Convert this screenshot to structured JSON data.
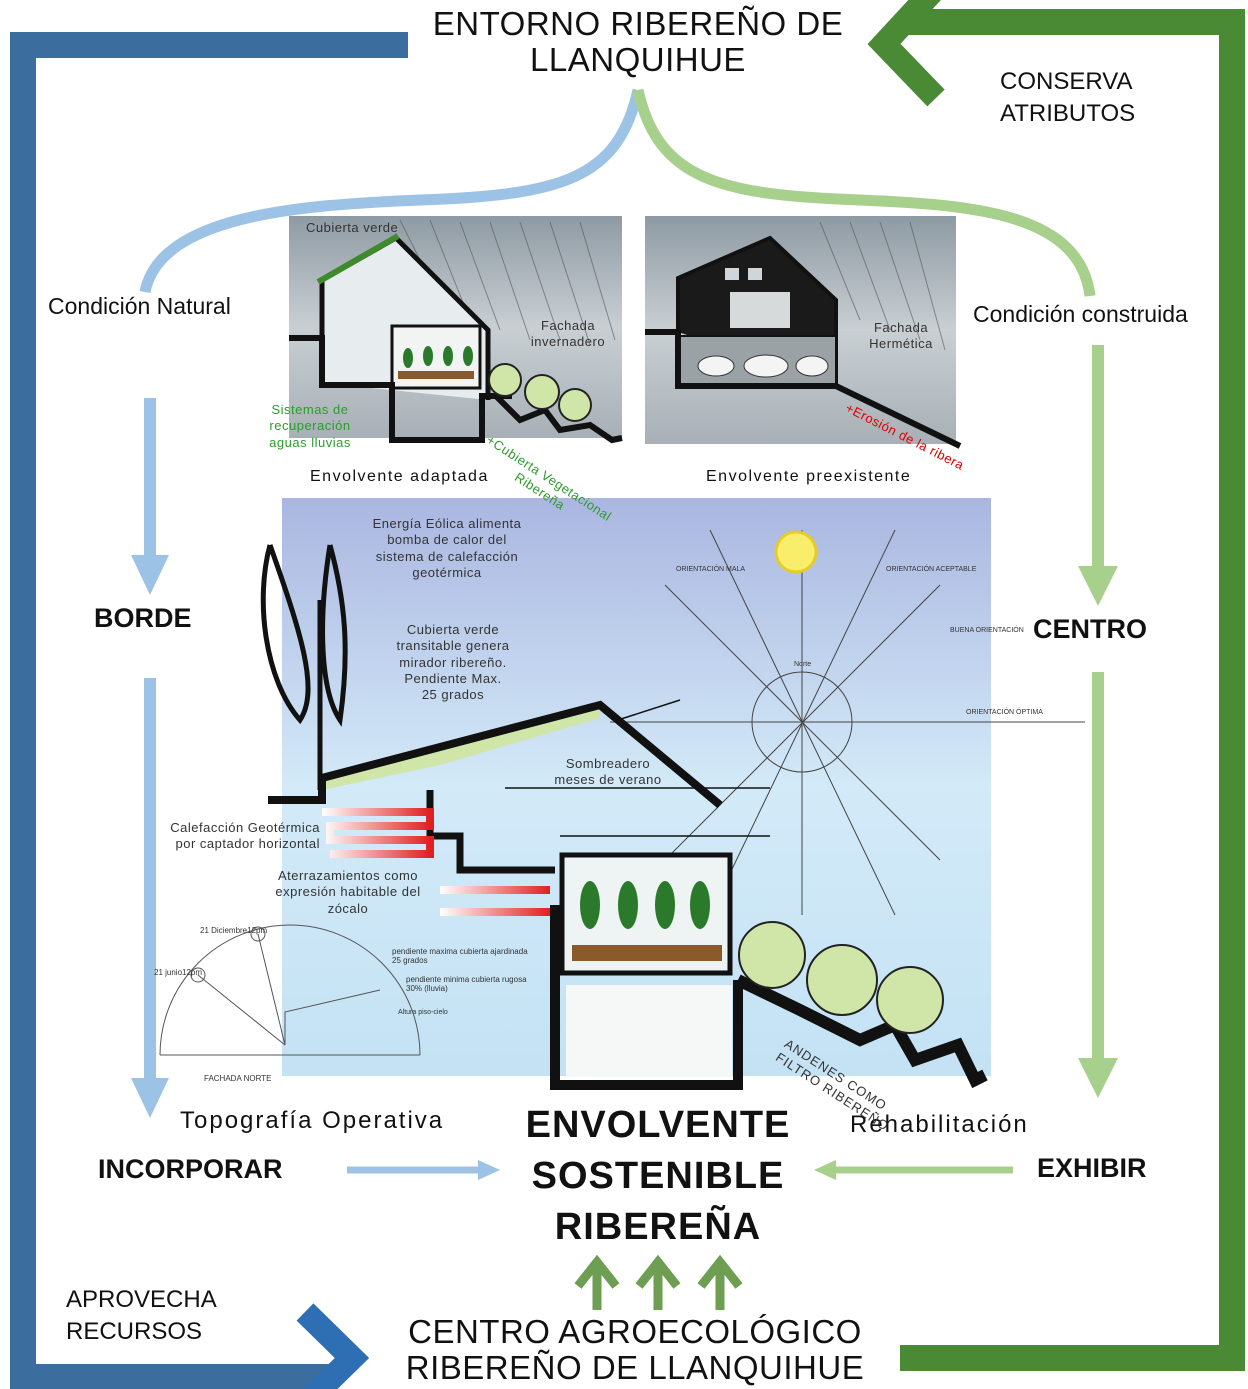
{
  "top_title": {
    "line1": "ENTORNO RIBEREÑO DE",
    "line2": "LLANQUIHUE"
  },
  "bottom_title": {
    "line1": "CENTRO AGROECOLÓGICO",
    "line2": "RIBEREÑO DE LLANQUIHUE"
  },
  "conserva": {
    "line1": "CONSERVA",
    "line2": "ATRIBUTOS"
  },
  "aprovecha": {
    "line1": "APROVECHA",
    "line2": "RECURSOS"
  },
  "left_branch": {
    "condition": "Condición Natural",
    "node1": "BORDE",
    "sublabel": "Topografía Operativa",
    "node2": "INCORPORAR"
  },
  "right_branch": {
    "condition": "Condición construida",
    "node1": "CENTRO",
    "sublabel": "Rehabilitación",
    "node2": "EXHIBIR"
  },
  "center": {
    "line1": "ENVOLVENTE",
    "line2": "SOSTENIBLE",
    "line3": "RIBEREÑA"
  },
  "panel_adapted": {
    "caption": "Envolvente adaptada",
    "roof": "Cubierta verde",
    "facade_line1": "Fachada",
    "facade_line2": "invernadero",
    "rain_line1": "Sistemas de",
    "rain_line2": "recuperación",
    "rain_line3": "aguas lluvias",
    "veg_line1": "+Cubierta Vegetacional",
    "veg_line2": "Ribereña"
  },
  "panel_existing": {
    "caption": "Envolvente preexistente",
    "facade_line1": "Fachada",
    "facade_line2": "Hermética",
    "erosion": "+Erosión de la ribera"
  },
  "main_section": {
    "wind_line1": "Energía Eólica alimenta",
    "wind_line2": "bomba de calor del",
    "wind_line3": "sistema de calefacción",
    "wind_line4": "geotérmica",
    "roof_line1": "Cubierta verde",
    "roof_line2": "transitable genera",
    "roof_line3": "mirador ribereño.",
    "roof_line4": "Pendiente Max.",
    "roof_line5": "25 grados",
    "shade_line1": "Sombreadero",
    "shade_line2": "meses de verano",
    "geo_line1": "Calefacción Geotérmica",
    "geo_line2": "por captador horizontal",
    "terr_line1": "Aterrazamientos como",
    "terr_line2": "expresión habitable del",
    "terr_line3": "zócalo",
    "andenes_line1": "ANDENES COMO",
    "andenes_line2": "FILTRO RIBEREÑO",
    "orient_bad": "ORIENTACIÓN MALA",
    "orient_ok": "ORIENTACIÓN ACEPTABLE",
    "orient_good": "BUENA ORIENTACIÓN",
    "orient_best": "ORIENTACIÓN ÓPTIMA",
    "north": "Norte",
    "sun_dec": "21 Diciembre12pm",
    "sun_jun": "21 junio12pm",
    "slope_max_line1": "pendiente maxima cubierta ajardinada",
    "slope_max_line2": "25 grados",
    "slope_min_line1": "pendiente minima cubierta rugosa",
    "slope_min_line2": "30% (lluvia)",
    "height": "Altura piso-cielo",
    "facade_north": "FACHADA NORTE"
  },
  "colors": {
    "frame_blue": "#3a6fa0",
    "frame_green": "#4a8a32",
    "light_blue": "#9cc3e6",
    "light_green": "#a8d08d",
    "arrow_green": "#6e9e52",
    "sky": "#c8e4f5"
  }
}
